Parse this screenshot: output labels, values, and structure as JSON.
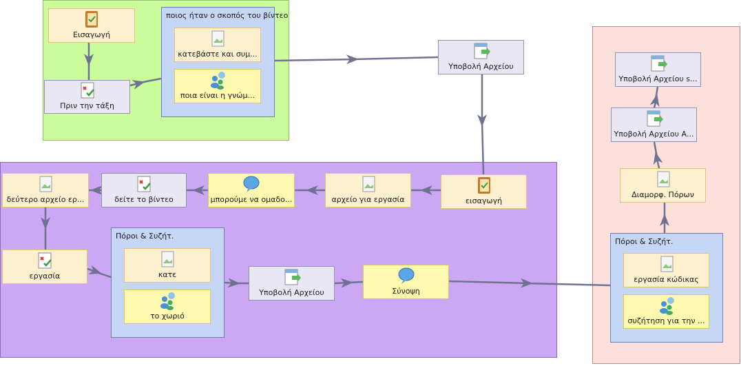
{
  "regions": {
    "green": {
      "color": "#ccfb9c"
    },
    "purple": {
      "color": "#cca8f4"
    },
    "pink": {
      "color": "#fde0dc"
    }
  },
  "colors": {
    "connector": "#6e7391",
    "activity": "#fdf0cf",
    "gate": "#e9e7f4",
    "tool": "#fff9b0",
    "group": "#c6d6f6"
  },
  "nodes": {
    "eisagogi_top": {
      "label": "Εισαγωγή",
      "icon": "notebook-icon"
    },
    "prin_taxi": {
      "label": "Πριν την τάξη",
      "icon": "checklist-icon"
    },
    "group_skopos": {
      "title": "ποιος ήταν ο σκοπός του βίντεο"
    },
    "katevaste": {
      "label": "κατεβάστε και συμ...",
      "icon": "image-file-icon"
    },
    "poia_gnomi": {
      "label": "ποια είναι η γνώμ...",
      "icon": "users-chat-icon"
    },
    "ypovoli_1": {
      "label": "Υποβολή Αρχείου",
      "icon": "upload-file-icon"
    },
    "eisagogi_mid": {
      "label": "εισαγωγή",
      "icon": "notebook-icon"
    },
    "arxeio_ergasia": {
      "label": "αρχείο για εργασία",
      "icon": "image-file-icon"
    },
    "mporoume": {
      "label": "μπορούμε να ομαδο...",
      "icon": "chat-bubble-icon"
    },
    "deite_vinteo": {
      "label": "δείτε το βίντεο",
      "icon": "checklist-icon"
    },
    "deutero_arxeio": {
      "label": "δεύτερο αρχείο ερ...",
      "icon": "image-file-icon"
    },
    "ergasia": {
      "label": "εργασία",
      "icon": "checklist-icon"
    },
    "group_poroi_1": {
      "title": "Πόροι & Συζήτ."
    },
    "kate": {
      "label": "κατε",
      "icon": "image-file-icon"
    },
    "to_xorio": {
      "label": "το χωριό",
      "icon": "users-chat-icon"
    },
    "ypovoli_2": {
      "label": "Υποβολή Αρχείου",
      "icon": "upload-file-icon"
    },
    "synopsi": {
      "label": "Σύνοψη",
      "icon": "chat-bubble-icon"
    },
    "group_poroi_2": {
      "title": "Πόροι & Συζήτ."
    },
    "ergasia_kodikas": {
      "label": "εργασία κώδικας",
      "icon": "image-file-icon"
    },
    "syzitisi": {
      "label": "συζήτηση για την ...",
      "icon": "users-chat-icon"
    },
    "diamorf_poron": {
      "label": "Διαμορφ. Πόρων",
      "icon": "image-file-icon"
    },
    "ypovoli_a": {
      "label": "Υποβολή Αρχείου Α...",
      "icon": "upload-file-icon"
    },
    "ypovoli_s": {
      "label": "Υποβολή Αρχείου s...",
      "icon": "upload-file-icon"
    }
  }
}
